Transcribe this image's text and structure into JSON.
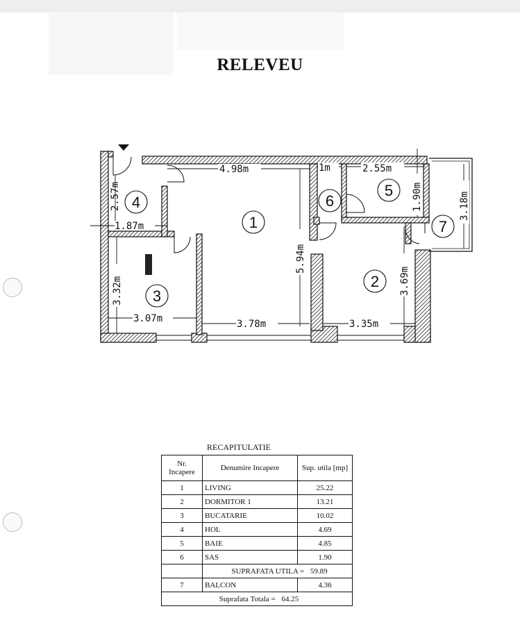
{
  "document": {
    "title": "RELEVEU"
  },
  "floor_plan": {
    "dimensions": {
      "d_498": "4.98m",
      "d_1m": "1m",
      "d_255": "2.55m",
      "d_257": "2.57m",
      "d_187": "1.87m",
      "d_190": "1.90m",
      "d_318": "3.18m",
      "d_594": "5.94m",
      "d_332": "3.32m",
      "d_369": "3.69m",
      "d_307": "3.07m",
      "d_378": "3.78m",
      "d_335": "3.35m"
    },
    "rooms": [
      "1",
      "2",
      "3",
      "4",
      "5",
      "6",
      "7"
    ]
  },
  "recap": {
    "title": "RECAPITULATIE",
    "headers": {
      "nr": "Nr. Incapere",
      "name": "Denumire Incapere",
      "sup": "Sup. utila [mp]"
    },
    "rows": [
      {
        "nr": "1",
        "name": "LIVING",
        "sup": "25.22"
      },
      {
        "nr": "2",
        "name": "DORMITOR 1",
        "sup": "13.21"
      },
      {
        "nr": "3",
        "name": "BUCATARIE",
        "sup": "10.02"
      },
      {
        "nr": "4",
        "name": "HOL",
        "sup": "4.69"
      },
      {
        "nr": "5",
        "name": "BAIE",
        "sup": "4.85"
      },
      {
        "nr": "6",
        "name": "SAS",
        "sup": "1.90"
      }
    ],
    "suprafata_utila": {
      "label": "SUPRAFATA UTILA =",
      "value": "59.89"
    },
    "balcon": {
      "nr": "7",
      "name": "BALCON",
      "sup": "4.36"
    },
    "suprafata_totala": {
      "label": "Suprafata Totala =",
      "value": "64.25"
    }
  }
}
